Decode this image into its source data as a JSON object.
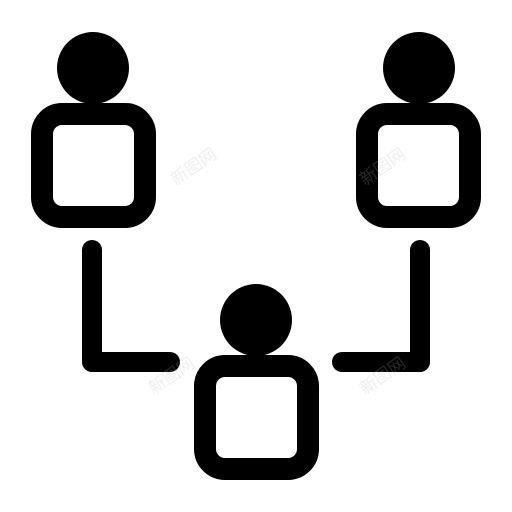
{
  "icon": {
    "name": "people-network-icon",
    "stroke_color": "#000000",
    "background_color": "#ffffff",
    "people": [
      {
        "id": "person-top-left"
      },
      {
        "id": "person-top-right"
      },
      {
        "id": "person-bottom-center"
      }
    ],
    "connectors": [
      {
        "from": "person-top-left",
        "to": "person-bottom-center"
      },
      {
        "from": "person-top-right",
        "to": "person-bottom-center"
      }
    ]
  },
  "watermark": {
    "text": "新图网",
    "color": "#b5b5b5"
  }
}
